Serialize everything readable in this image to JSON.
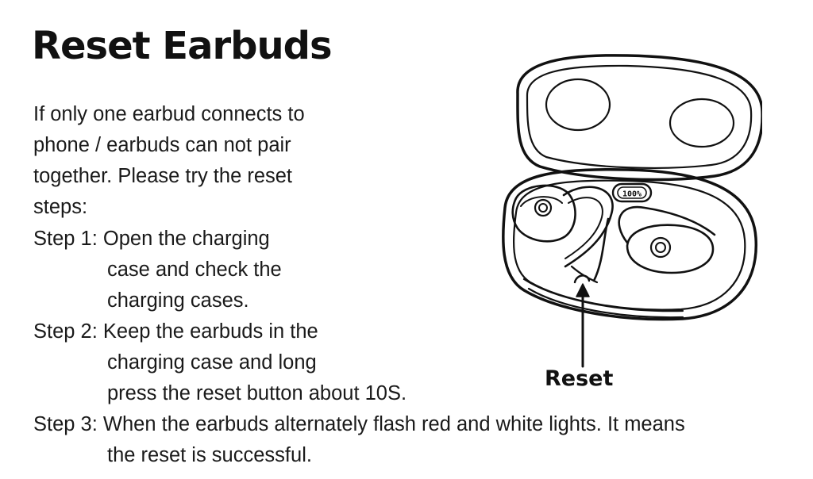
{
  "title": "Reset Earbuds",
  "intro": [
    "If only one earbud connects to",
    "phone / earbuds can not pair",
    "together. Please try the reset",
    "steps:"
  ],
  "steps": [
    {
      "label": "Step 1:",
      "lines": [
        "Open the charging",
        "case and check the",
        "charging cases."
      ]
    },
    {
      "label": "Step 2:",
      "lines": [
        "Keep the earbuds in the",
        "charging case and long",
        "press the reset button about 10S."
      ]
    },
    {
      "label": "Step 3:",
      "lines": [
        "When the earbuds alternately flash red and white lights. It means",
        "the reset is successful."
      ]
    }
  ],
  "figure": {
    "case_display": "100%",
    "reset_label": "Reset"
  }
}
